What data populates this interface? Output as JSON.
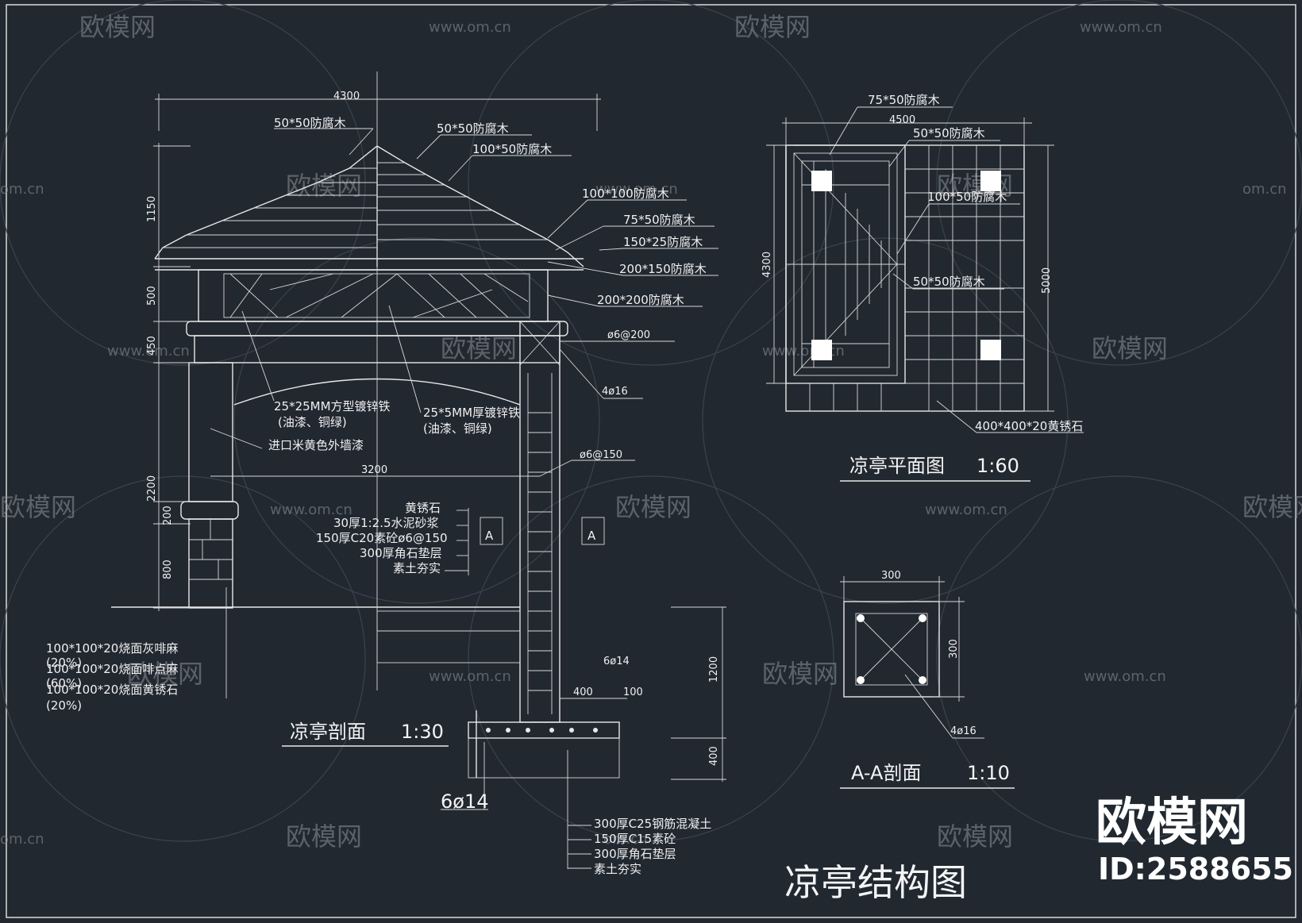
{
  "watermark": {
    "brand": "欧模网",
    "url": "www.om.cn",
    "url_short": "om.cn"
  },
  "brand_block": {
    "logo": "欧模网",
    "id": "ID:2588655"
  },
  "sheet_title": "凉亭结构图",
  "section": {
    "title": "凉亭剖面",
    "scale": "1:30",
    "dims": {
      "top": "4300",
      "h1150": "1150",
      "h500": "500",
      "h450": "450",
      "h2200": "2200",
      "h200": "200",
      "h800": "800",
      "w3200": "3200",
      "h1200": "1200",
      "h400": "400",
      "w400": "400",
      "w100": "100"
    },
    "labels": [
      "50*50防腐木",
      "50*50防腐木",
      "100*50防腐木",
      "100*100防腐木",
      "75*50防腐木",
      "150*25防腐木",
      "200*150防腐木",
      "200*200防腐木",
      "ø6@200",
      "4ø16",
      "ø6@150",
      "6ø14"
    ],
    "bracket_labels": [
      "25*25MM方型镀锌铁",
      "(油漆、铜绿)",
      "25*5MM厚镀锌铁",
      "(油漆、铜绿)",
      "进口米黄色外墙漆"
    ],
    "floor_layers": [
      "黄锈石",
      "30厚1:2.5水泥砂浆",
      "150厚C20素砼ø6@150",
      "300厚角石垫层",
      "素土夯实"
    ],
    "footing_layers": [
      "300厚C25钢筋混凝土",
      "150厚C15素砼",
      "300厚角石垫层",
      "素土夯实"
    ],
    "tile_notes": [
      "100*100*20烧面灰啡麻",
      "(20%)",
      "100*100*20烧面啡点麻",
      "(60%)",
      "100*100*20烧面黄锈石",
      "(20%)"
    ],
    "cut_mark": "A",
    "footing_bar": "6ø14"
  },
  "plan": {
    "title": "凉亭平面图",
    "scale": "1:60",
    "dims": {
      "w4500": "4500",
      "h4300": "4300",
      "h5000": "5000"
    },
    "labels": [
      "75*50防腐木",
      "50*50防腐木",
      "100*50防腐木",
      "50*50防腐木",
      "400*400*20黄锈石"
    ]
  },
  "detail": {
    "title": "A-A剖面",
    "scale": "1:10",
    "dims": {
      "w300": "300",
      "h300": "300"
    },
    "rebar": "4ø16"
  }
}
